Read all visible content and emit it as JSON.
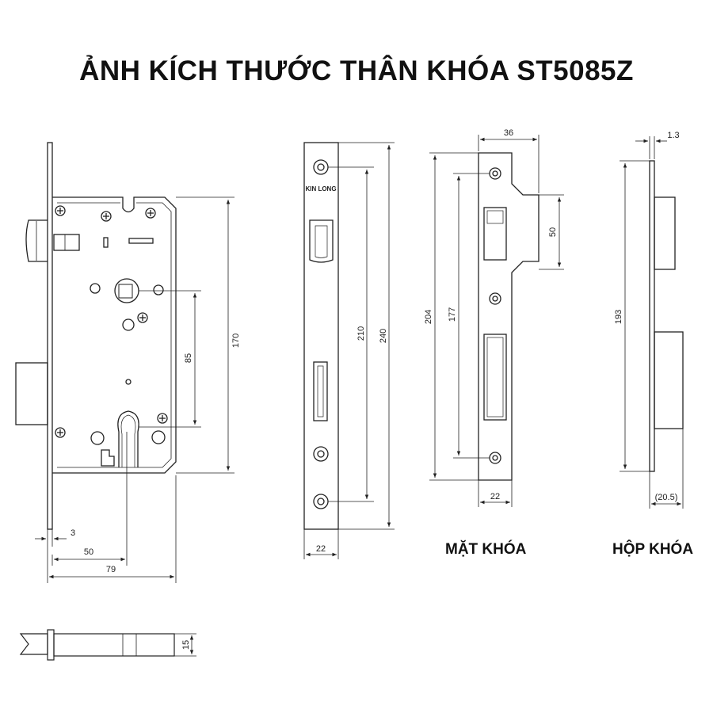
{
  "title": "ẢNH KÍCH THƯỚC THÂN KHÓA ST5085Z",
  "brand_mark": "KIN LONG",
  "captions": {
    "faceplate": "MẶT KHÓA",
    "lock_box": "HỘP KHÓA"
  },
  "dimensions": {
    "body_height": "170",
    "handle_to_cylinder": "85",
    "faceplate_thickness": "3",
    "backset": "50",
    "body_depth": "79",
    "bolt_height": "15",
    "faceplate_inner": "210",
    "faceplate_outer": "240",
    "faceplate_width": "22",
    "strike_width": "36",
    "strike_lip": "50",
    "strike_height": "204",
    "strike_holes": "177",
    "strike_inner_width": "22",
    "box_depth": "1.3",
    "box_height": "193",
    "box_width": "(20.5)"
  }
}
